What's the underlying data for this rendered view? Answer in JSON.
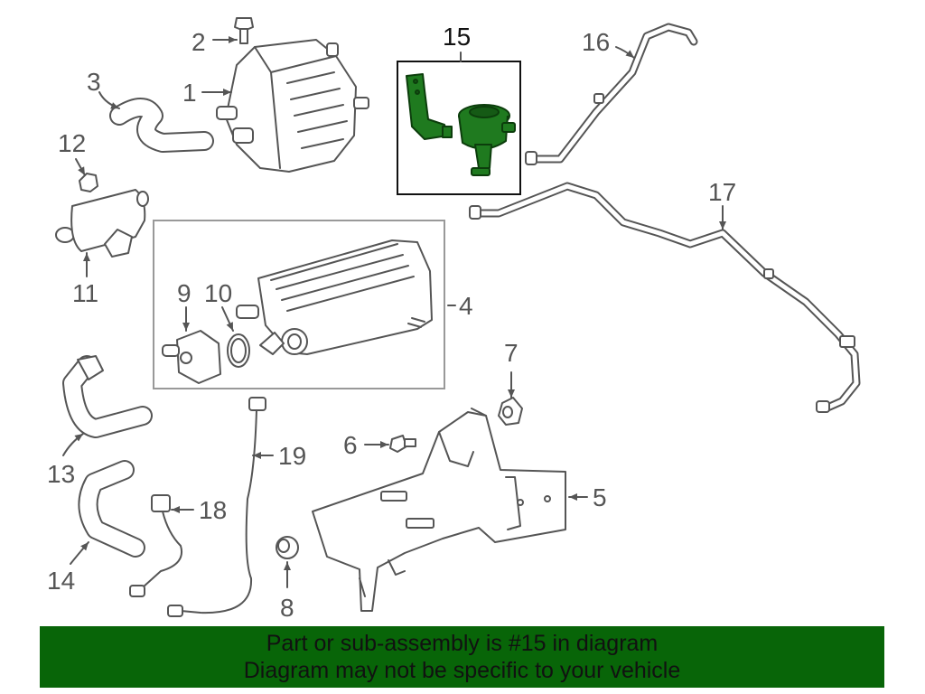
{
  "callouts": {
    "c1": "1",
    "c2": "2",
    "c3": "3",
    "c4": "4",
    "c5": "5",
    "c6": "6",
    "c7": "7",
    "c8": "8",
    "c9": "9",
    "c10": "10",
    "c11": "11",
    "c12": "12",
    "c13": "13",
    "c14": "14",
    "c15": "15",
    "c16": "16",
    "c17": "17",
    "c18": "18",
    "c19": "19"
  },
  "highlighted_part": "15",
  "colors": {
    "highlight": "#1f7a1f",
    "banner_bg": "#086508",
    "line": "#555555"
  },
  "banner": {
    "line1": "Part or sub-assembly is #15 in diagram",
    "line2": "Diagram may not be specific to your vehicle"
  }
}
